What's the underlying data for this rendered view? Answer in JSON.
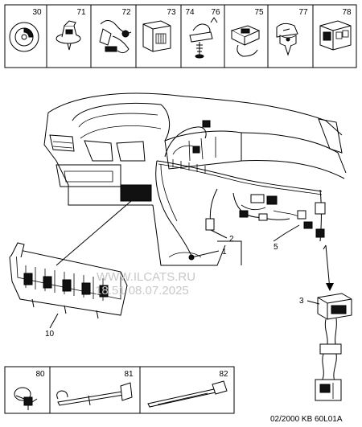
{
  "top_parts": [
    {
      "key": "p30",
      "label": "30"
    },
    {
      "key": "p71",
      "label": "71"
    },
    {
      "key": "p72",
      "label": "72"
    },
    {
      "key": "p73",
      "label": "73"
    },
    {
      "key": "p74",
      "label": "74"
    },
    {
      "key": "p76",
      "label": "76"
    },
    {
      "key": "p75",
      "label": "75"
    },
    {
      "key": "p77",
      "label": "77"
    },
    {
      "key": "p78",
      "label": "78"
    }
  ],
  "bottom_parts": [
    {
      "key": "p80",
      "label": "80"
    },
    {
      "key": "p81",
      "label": "81"
    },
    {
      "key": "p82",
      "label": "82"
    }
  ],
  "callouts": [
    {
      "key": "c1",
      "label": "1"
    },
    {
      "key": "c2",
      "label": "2"
    },
    {
      "key": "c3",
      "label": "3"
    },
    {
      "key": "c5",
      "label": "5"
    },
    {
      "key": "c10",
      "label": "10"
    }
  ],
  "watermark": {
    "line1": "WWW.ILCATS.RU",
    "line2": "18.51 08.07.2025"
  },
  "reference": "02/2000  KB 60L01A"
}
